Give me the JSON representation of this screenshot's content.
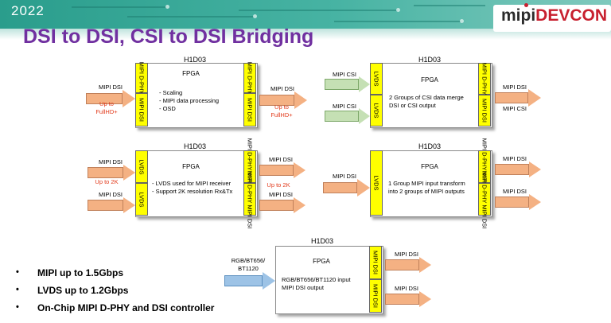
{
  "header": {
    "year": "2022",
    "logo_prefix": "mipi",
    "logo_suffix": "DEVCON"
  },
  "title": "DSI to DSI, CSI to DSI Bridging",
  "diagrams": {
    "d1": {
      "chip": "H1D03",
      "fpga": "FPGA",
      "ports_left": [
        "MIPI D-PHY",
        "MIPI DSI"
      ],
      "ports_right": [
        "MIPI D-PHY",
        "MIPI DSI"
      ],
      "notes": [
        "- Scaling",
        "- MIPI data processing",
        "- OSD"
      ],
      "in_label": "MIPI DSI",
      "in_sub": [
        "Up to",
        "FullHD+"
      ],
      "out_label": "MIPI DSI",
      "out_sub": [
        "Up to",
        "FullHD+"
      ]
    },
    "d2": {
      "chip": "H1D03",
      "fpga": "FPGA",
      "ports_left": [
        "LVDS",
        "LVDS"
      ],
      "ports_right": [
        "MIPI D-PHY",
        "MIPI DSI"
      ],
      "notes": [
        "2 Groups of CSI data merge",
        "DSI or CSI output"
      ],
      "in_labels": [
        "MIPI CSI",
        "MIPI CSI"
      ],
      "out_labels": [
        "MIPI DSI",
        "MIPI CSI"
      ]
    },
    "d3": {
      "chip": "H1D03",
      "fpga": "FPGA",
      "ports_left": [
        "LVDS",
        "LVDS"
      ],
      "ports_right": [
        "MIPI D-PHY MIPI DSI",
        "MIPI D-PHY MIPI DSI"
      ],
      "notes": [
        "- LVDS used for MIPI receiver",
        "- Support 2K resolution Rx&Tx"
      ],
      "in_labels": [
        "MIPI DSI",
        "MIPI DSI"
      ],
      "in_sub": "Up to 2K",
      "out_labels": [
        "MIPI DSI",
        "MIPI DSI"
      ],
      "out_sub": "Up to 2K"
    },
    "d4": {
      "chip": "H1D03",
      "fpga": "FPGA",
      "ports_left": [
        "LVDS"
      ],
      "ports_right": [
        "MIPI D-PHY MIPI DSI",
        "MIPI D-PHY MIPI DSI"
      ],
      "notes": [
        "1 Group MIPI input transform",
        "into 2 groups of MIPI outputs"
      ],
      "in_label": "MIPI DSI",
      "out_labels": [
        "MIPI DSI",
        "MIPI DSI"
      ]
    },
    "d5": {
      "chip": "H1D03",
      "fpga": "FPGA",
      "ports_right": [
        "MIPI DSI",
        "MIPI DSI"
      ],
      "notes": [
        "RGB/BT656/BT1120 input",
        "MIPI DSI output"
      ],
      "in_label": [
        "RGB/BT656/",
        "BT1120"
      ],
      "out_labels": [
        "MIPI DSI",
        "MIPI DSI"
      ]
    }
  },
  "bullets": [
    "MIPI up to 1.5Gbps",
    "LVDS up to 1.2Gbps",
    "On-Chip MIPI D-PHY and DSI controller"
  ],
  "colors": {
    "title": "#7030a0",
    "port": "#ffff00",
    "arrow_orange": "#f4b183",
    "arrow_blue": "#9dc3e6",
    "arrow_green": "#c5e0b4",
    "red_text": "#e2391a"
  }
}
